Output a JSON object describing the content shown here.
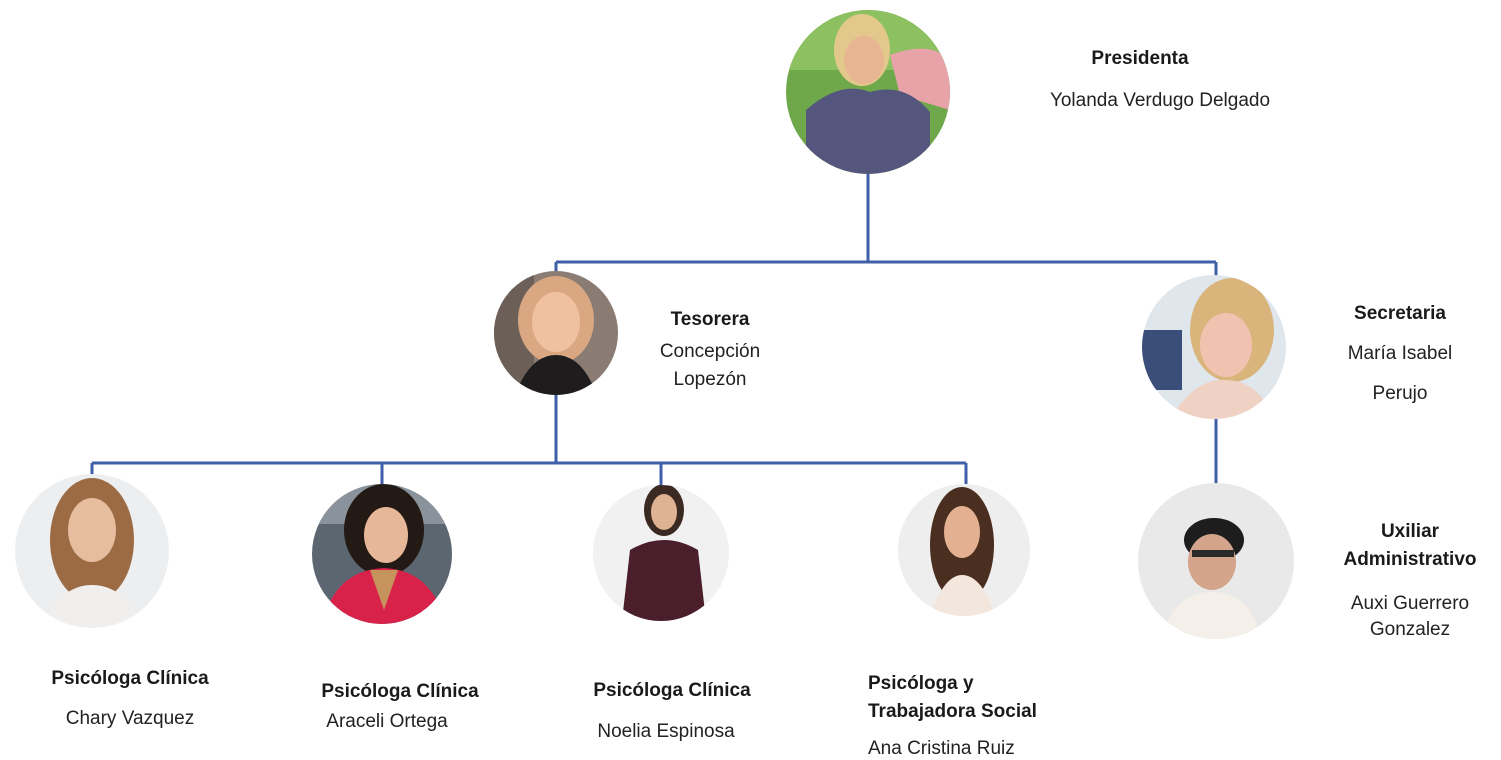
{
  "colors": {
    "connector": "#3f5fa8",
    "photo_background": "#e6e6e6"
  },
  "nodes": [
    {
      "id": "presidenta",
      "role": "Presidenta",
      "name": "Yolanda Verdugo Delgado",
      "photo": "photo-presidenta"
    },
    {
      "id": "tesorera",
      "role": "Tesorera",
      "name": "Concepción\nLopezón",
      "photo": "photo-tesorera"
    },
    {
      "id": "secretaria",
      "role": "Secretaria",
      "name": "María Isabel\n\nPerujo",
      "photo": "photo-secretaria"
    },
    {
      "id": "auxiliar",
      "role": "Uxiliar\nAdministrativo",
      "name": "Auxi Guerrero\nGonzalez",
      "photo": "photo-auxiliar"
    },
    {
      "id": "chary",
      "role": "Psicóloga Clínica",
      "name": "Chary Vazquez",
      "photo": "photo-chary"
    },
    {
      "id": "araceli",
      "role": "Psicóloga Clínica",
      "name": "Araceli Ortega",
      "photo": "photo-araceli"
    },
    {
      "id": "noelia",
      "role": "Psicóloga Clínica",
      "name": "Noelia Espinosa",
      "photo": "photo-noelia"
    },
    {
      "id": "ana",
      "role": "Psicóloga y\nTrabajadora Social",
      "name": "Ana Cristina Ruiz",
      "photo": "photo-ana"
    }
  ]
}
